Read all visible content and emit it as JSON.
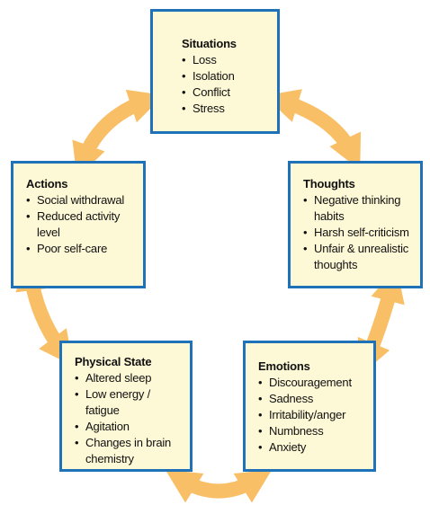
{
  "diagram": {
    "situations": {
      "title": "Situations",
      "items": [
        "Loss",
        "Isolation",
        "Conflict",
        "Stress"
      ]
    },
    "thoughts": {
      "title": "Thoughts",
      "items": [
        "Negative thinking habits",
        "Harsh self-criticism",
        "Unfair & unrealistic thoughts"
      ]
    },
    "actions": {
      "title": "Actions",
      "items": [
        "Social withdrawal",
        "Reduced activity level",
        "Poor self-care"
      ]
    },
    "physical_state": {
      "title": "Physical State",
      "items": [
        "Altered sleep",
        "Low energy / fatigue",
        "Agitation",
        "Changes in brain chemistry"
      ]
    },
    "emotions": {
      "title": "Emotions",
      "items": [
        "Discouragement",
        "Sadness",
        "Irritability/anger",
        "Numbness",
        "Anxiety"
      ]
    },
    "colors": {
      "box_fill": "#fdf8d5",
      "box_border": "#1f72b8",
      "arrow": "#f9bf66"
    }
  }
}
